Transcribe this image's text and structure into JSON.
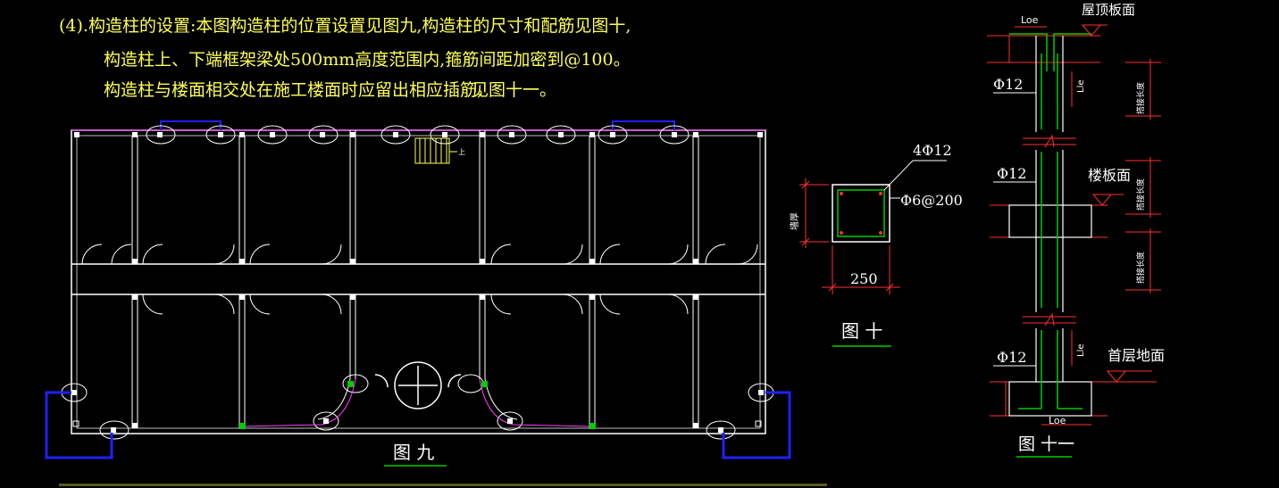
{
  "notes": {
    "line1": "(4).构造柱的设置:本图构造柱的位置设置见图九,构造柱的尺寸和配筋见图十,",
    "line2": "构造柱上、下端框架梁处500mm高度范围内,箍筋间距加密到@100。",
    "line3": "构造柱与楼面相交处在施工楼面时应留出相应插筋,",
    "line3_ref": "见图十一。"
  },
  "fig9": {
    "caption": "图 九",
    "stair_label": "上"
  },
  "fig10": {
    "caption": "图 十",
    "rebar": "4Φ12",
    "stirrup": "Φ6@200",
    "width": "250",
    "side_label": "墙厚"
  },
  "fig11": {
    "caption": "图 十一",
    "roof": "屋顶板面",
    "floor": "楼板面",
    "ground": "首层地面",
    "rebar_top": "Φ12",
    "rebar_mid": "Φ12",
    "rebar_bot": "Φ12",
    "loe_top": "Loe",
    "loe_bot": "Loe",
    "le_top": "Lle",
    "le_bot": "Lle",
    "lap1": "搭接长度",
    "lap2": "搭接长度",
    "lap3": "搭接长度"
  },
  "colors": {
    "note": "#ffff55",
    "wall": "#ffffff",
    "magenta": "#ff40ff",
    "blue": "#2020ff",
    "green": "#00cc00",
    "red": "#ff3030"
  }
}
